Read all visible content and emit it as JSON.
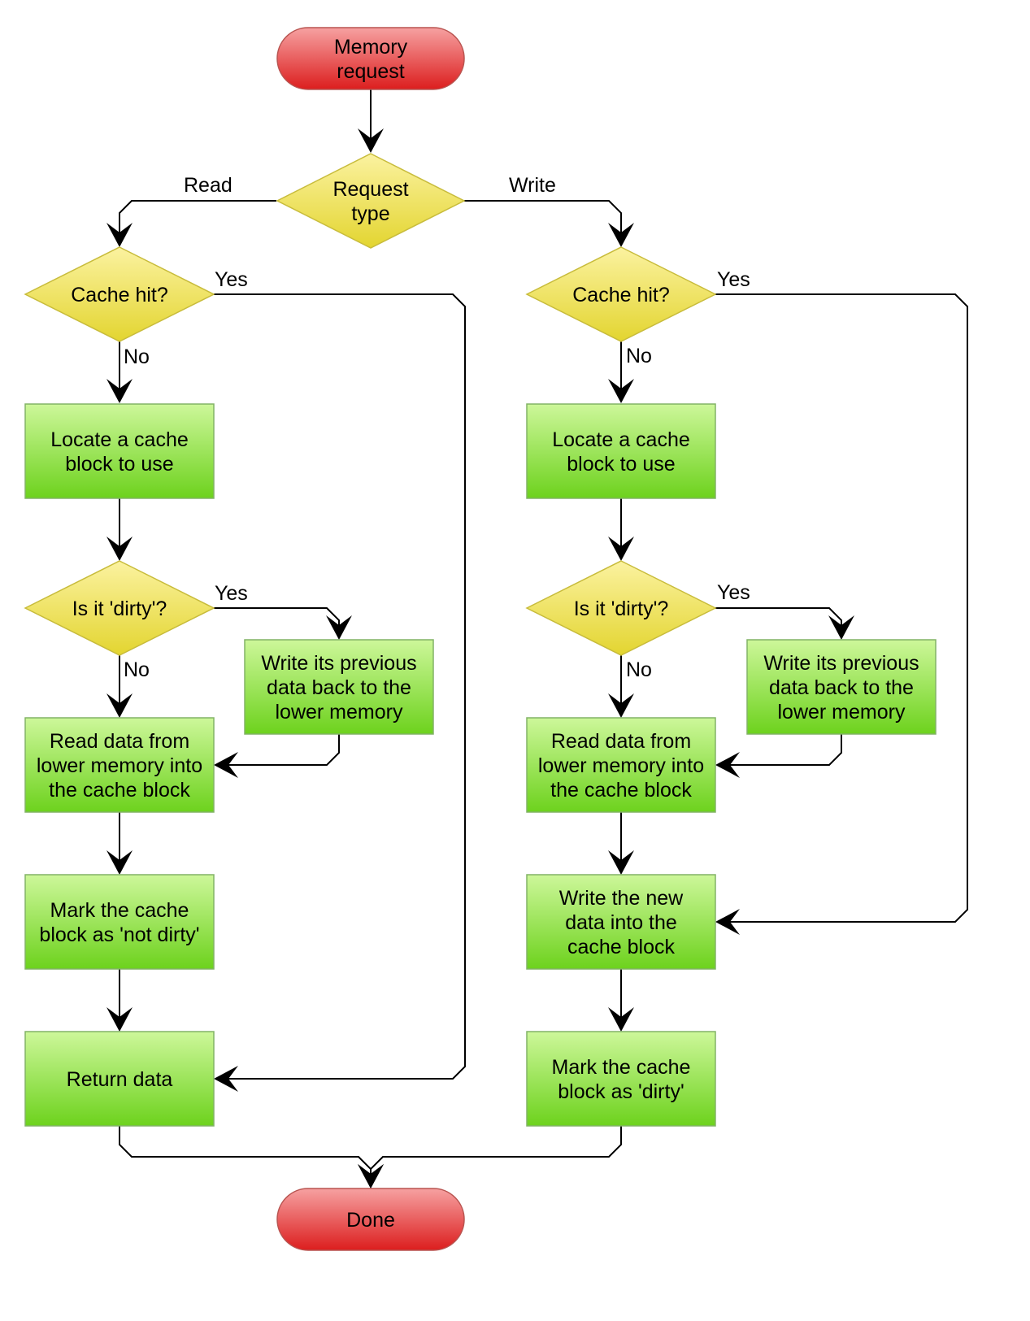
{
  "colors": {
    "terminal_top": "#f6a1a1",
    "terminal_bottom": "#dc1e1e",
    "terminal_stroke": "#b85450",
    "decision_top": "#fbf2a0",
    "decision_bottom": "#e3d530",
    "decision_stroke": "#c8bc3c",
    "process_top": "#cdf79a",
    "process_bottom": "#6dd21d",
    "process_stroke": "#82b366"
  },
  "nodes": {
    "start": "Memory\nrequest",
    "request_type": "Request\ntype",
    "read_cache_hit": "Cache hit?",
    "write_cache_hit": "Cache hit?",
    "read_locate": "Locate a cache\nblock to use",
    "write_locate": "Locate a cache\nblock to use",
    "read_dirty": "Is it 'dirty'?",
    "write_dirty": "Is it 'dirty'?",
    "read_writeback": "Write its previous\ndata back to the\nlower memory",
    "write_writeback": "Write its previous\ndata back to the\nlower memory",
    "read_fetch": "Read data from\nlower memory into\nthe cache block",
    "write_fetch": "Read data from\nlower memory into\nthe cache block",
    "read_mark_clean": "Mark the cache\nblock as 'not dirty'",
    "write_new_data": "Write the new\ndata into the\ncache block",
    "return_data": "Return data",
    "write_mark_dirty": "Mark the cache\nblock as 'dirty'",
    "done": "Done"
  },
  "edge_labels": {
    "read": "Read",
    "write": "Write",
    "read_hit_yes": "Yes",
    "read_hit_no": "No",
    "write_hit_yes": "Yes",
    "write_hit_no": "No",
    "read_dirty_yes": "Yes",
    "read_dirty_no": "No",
    "write_dirty_yes": "Yes",
    "write_dirty_no": "No"
  }
}
